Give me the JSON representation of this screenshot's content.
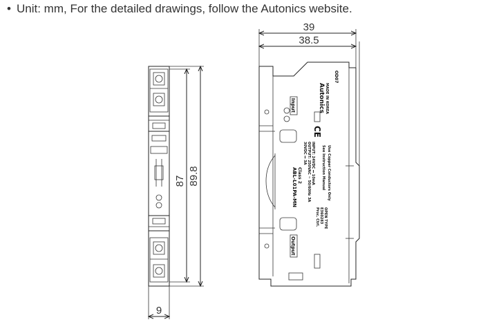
{
  "note": {
    "bullet": "•",
    "text": "Unit: mm, For the detailed drawings, follow the Autonics website."
  },
  "dimensions": {
    "width_overall": "39",
    "width_body": "38.5",
    "height_body": "87",
    "height_overall": "89.8",
    "thickness": "9"
  },
  "labels": {
    "brand": "Autonics",
    "made_in": "MADE IN KOREA",
    "lot": "OD07",
    "input": "Input",
    "output": "Output",
    "model": "ABL-L01PA-MN",
    "class": "Class 2",
    "input_rating": "INPUT: 24VDC ⎓ 10mA",
    "output_rating_1": "OUTPUT: 250VAC ~ 50/60Hz 3A",
    "output_rating_2": "30VDC ⎓ 3A",
    "warning": "See Instruction Manual",
    "copper": "Use Copper Conductors Only",
    "proc": "Proc. Ctrl.",
    "e_number": "E360283",
    "open_type": "OPEN TYPE",
    "ce": "CE"
  }
}
